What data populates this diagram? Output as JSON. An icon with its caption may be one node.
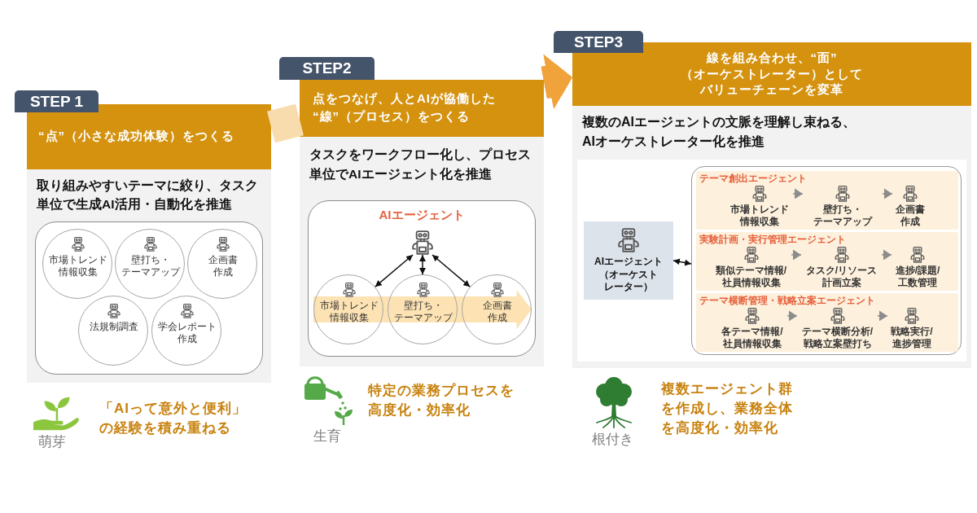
{
  "diagram": {
    "nodes": [
      {
        "text": [
          "STEP 1"
        ]
      },
      {
        "text": [
          "取り組みやすいテーマに絞り、タスク単位で生成AI活用・自動化を推進"
        ],
        "beside": [
          "萌芽",
          "「AIって意外と便利」の経験を積み重ねる"
        ]
      },
      {
        "text": [
          "“点”（小さな成功体験）をつくる"
        ],
        "in": 1
      },
      {
        "text": [],
        "shape": "box",
        "in": 1
      },
      {
        "text": [
          "市場トレンド情報収集"
        ],
        "in": 3
      },
      {
        "text": [
          "壁打ち・テーマアップ"
        ],
        "in": 3
      },
      {
        "text": [
          "企画書作成"
        ],
        "in": 3
      },
      {
        "text": [
          "法規制調査"
        ],
        "in": 3
      },
      {
        "text": [
          "学会レポート作成"
        ],
        "in": 3
      },
      {
        "text": [
          "STEP2"
        ]
      },
      {
        "text": [
          "タスクをワークフロー化し、プロセス単位でAIエージェント化を推進"
        ],
        "beside": [
          "生育",
          "特定の業務プロセスを高度化・効率化"
        ]
      },
      {
        "text": [
          "点をつなげ、人とAIが協働した“線”（プロセス）をつくる"
        ],
        "in": 10
      },
      {
        "text": [
          "AIエージェント"
        ],
        "in": 10
      },
      {
        "text": [],
        "shape": "picture",
        "in": 12
      },
      {
        "text": [
          "市場トレンド情報収集"
        ],
        "in": 12
      },
      {
        "text": [
          "壁打ち・テーマアップ"
        ],
        "in": 12
      },
      {
        "text": [
          "企画書作成"
        ],
        "in": 12
      },
      {
        "text": [
          "STEP3"
        ]
      },
      {
        "text": [
          "複数のAIエージェントの文脈を理解し束ねる、AIオーケストレーター化を推進"
        ],
        "beside": [
          "根付き",
          "複数エージェント群を作成し、業務全体を高度化・効率化"
        ]
      },
      {
        "text": [
          "線を組み合わせ、“面”（オーケストレーター）としてバリューチェーンを変革"
        ],
        "in": 18
      },
      {
        "text": [],
        "shape": "box",
        "in": 18
      },
      {
        "text": [
          "AIエージェント（オーケストレーター）"
        ],
        "in": 20
      },
      {
        "text": [],
        "shape": "box",
        "in": 20
      },
      {
        "text": [
          "テーマ創出エージェント"
        ],
        "in": 22
      },
      {
        "text": [
          "市場トレンド情報収集"
        ],
        "in": 23
      },
      {
        "text": [
          "壁打ち・テーマアップ"
        ],
        "in": 23
      },
      {
        "text": [
          "企画書作成"
        ],
        "in": 23
      },
      {
        "text": [
          "実験計画・実行管理エージェント"
        ],
        "in": 22
      },
      {
        "text": [
          "類似テーマ情報/社員情報収集"
        ],
        "in": 27
      },
      {
        "text": [
          "タスク/リソース計画立案"
        ],
        "in": 27
      },
      {
        "text": [
          "進捗/課題/工数管理"
        ],
        "in": 27
      },
      {
        "text": [
          "テーマ横断管理・戦略立案エージェント"
        ],
        "in": 22
      },
      {
        "text": [
          "各テーマ情報/社員情報収集"
        ],
        "in": 31
      },
      {
        "text": [
          "テーマ横断分析/戦略立案壁打ち"
        ],
        "in": 31
      },
      {
        "text": [
          "戦略実行/進捗管理"
        ],
        "in": 31
      }
    ],
    "edges": [
      {
        "from": 2,
        "to": 11,
        "arrow": "none",
        "style": "thick",
        "color": "#f9dcae"
      },
      {
        "from": 11,
        "to": 19,
        "arrow": "to",
        "style": "thick",
        "color": "#f0a33a"
      },
      {
        "from": 13,
        "to": 14,
        "arrow": "both",
        "color": "#111111"
      },
      {
        "from": 13,
        "to": 15,
        "arrow": "both",
        "color": "#111111"
      },
      {
        "from": 13,
        "to": 16,
        "arrow": "both",
        "color": "#111111"
      },
      {
        "from": 21,
        "to": 22,
        "arrow": "both",
        "color": "#111111"
      },
      {
        "from": 24,
        "to": 25,
        "arrow": "to",
        "color": "#8c8c8c"
      },
      {
        "from": 25,
        "to": 26,
        "arrow": "to",
        "color": "#8c8c8c"
      },
      {
        "from": 28,
        "to": 29,
        "arrow": "to",
        "color": "#8c8c8c"
      },
      {
        "from": 29,
        "to": 30,
        "arrow": "to",
        "color": "#8c8c8c"
      },
      {
        "from": 32,
        "to": 33,
        "arrow": "to",
        "color": "#8c8c8c"
      },
      {
        "from": 33,
        "to": 34,
        "arrow": "to",
        "color": "#8c8c8c"
      }
    ]
  }
}
